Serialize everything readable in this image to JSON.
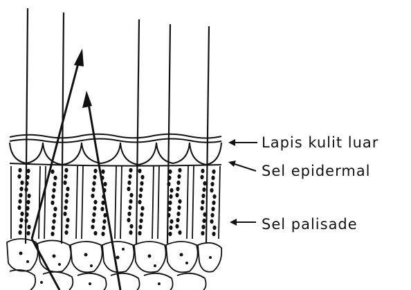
{
  "labels": {
    "outer_layer": "Lapis kulit luar",
    "epidermal": "Sel epidermal",
    "palisade": "Sel palisade"
  },
  "colors": {
    "ink": "#111111",
    "paper": "#ffffff"
  }
}
